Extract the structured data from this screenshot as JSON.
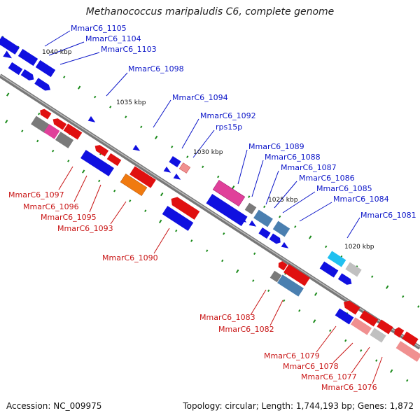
{
  "header": {
    "title": "Methanococcus maripaludis C6, complete genome"
  },
  "footer": {
    "accession": "Accession: NC_009975",
    "topology": "Topology: circular; Length: 1,744,193 bp; Genes: 1,872"
  },
  "scale_labels": [
    "1040 kbp",
    "1035 kbp",
    "1030 kbp",
    "1025 kbp",
    "1020 kbp"
  ],
  "forward_genes": [
    "MmarC6_1105",
    "MmarC6_1104",
    "MmarC6_1103",
    "MmarC6_1098",
    "MmarC6_1094",
    "MmarC6_1092",
    "rps15p",
    "MmarC6_1089",
    "MmarC6_1088",
    "MmarC6_1087",
    "MmarC6_1086",
    "MmarC6_1085",
    "MmarC6_1084",
    "MmarC6_1081"
  ],
  "reverse_genes": [
    "MmarC6_1097",
    "MmarC6_1096",
    "MmarC6_1095",
    "MmarC6_1093",
    "MmarC6_1090",
    "MmarC6_1083",
    "MmarC6_1082",
    "MmarC6_1079",
    "MmarC6_1078",
    "MmarC6_1077",
    "MmarC6_1076"
  ],
  "colors": {
    "forward_cds": "#1010e0",
    "reverse_cds": "#e01010",
    "backbone": "#8a8a8a",
    "tick": "#1a8a1a",
    "rna_magenta": "#e0409a",
    "grey_feature": "#7a7a7a",
    "steelblue_feature": "#4a7fb0",
    "orange_feature": "#f07a10",
    "pink_feature": "#f09090",
    "cyan_feature": "#20c0f0",
    "lightgrey_feature": "#c0c0c0"
  }
}
